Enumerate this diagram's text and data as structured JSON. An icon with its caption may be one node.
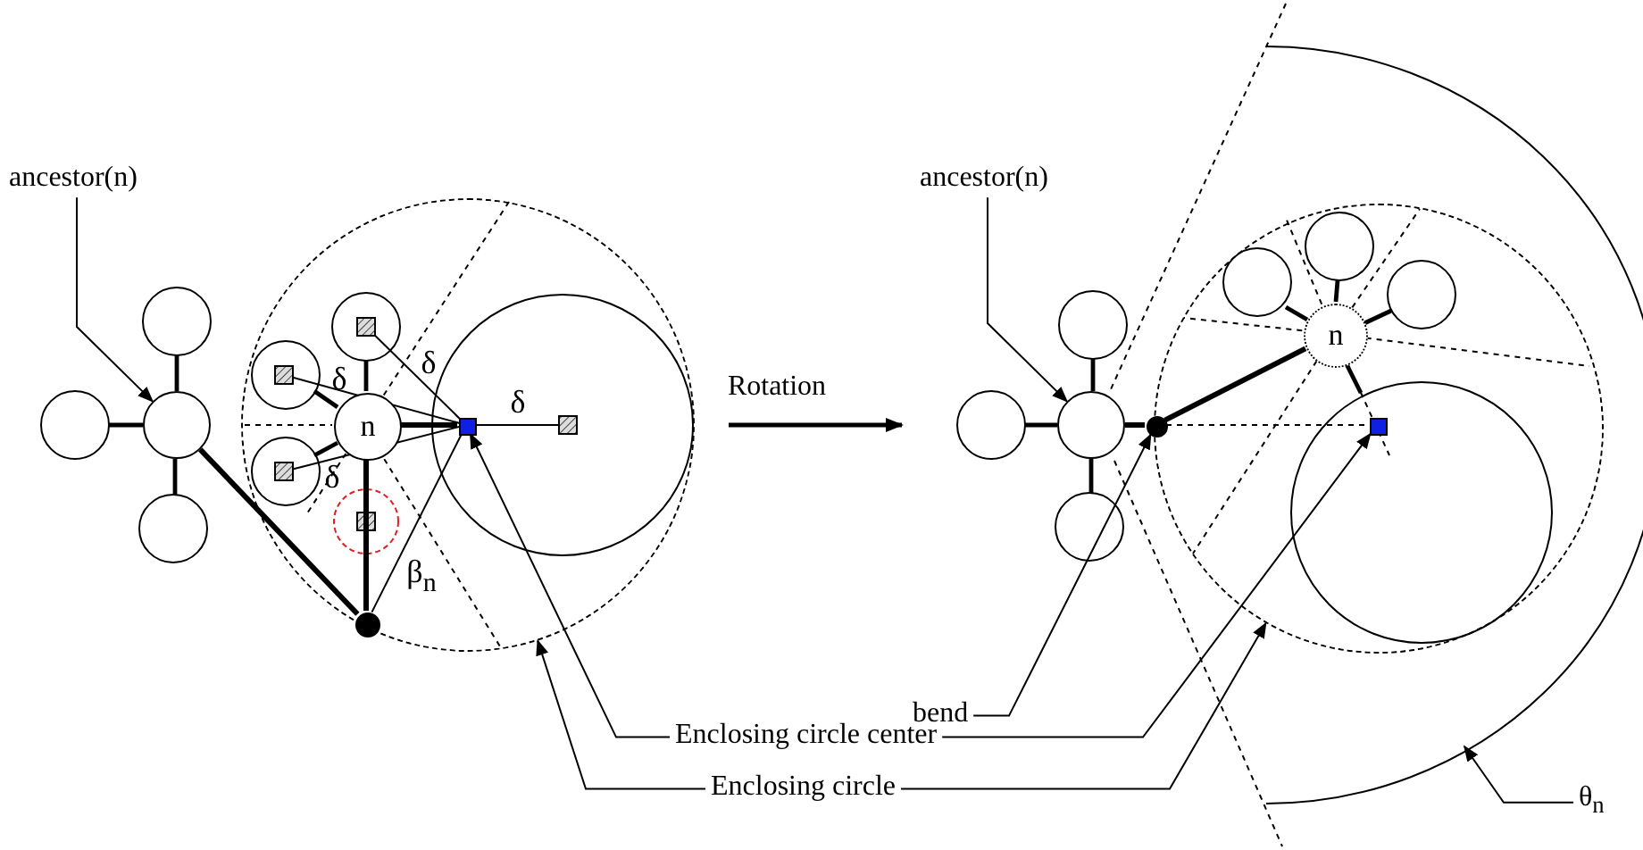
{
  "diagram": {
    "nodes": [
      {
        "text": [
          "ancestor(n)"
        ]
      },
      {
        "text": [],
        "shape": "circle"
      },
      {
        "text": [
          "n"
        ],
        "in": 5
      },
      {
        "text": [],
        "shape": "box",
        "in": 5
      },
      {
        "text": [],
        "shape": "circle",
        "in": 5
      },
      {
        "text": [],
        "shape": "circle"
      },
      {
        "text": [
          "ancestor(n)"
        ]
      },
      {
        "text": [],
        "shape": "circle"
      },
      {
        "text": [
          "n"
        ],
        "in": 11
      },
      {
        "text": [],
        "shape": "circle",
        "in": 11
      },
      {
        "text": [],
        "shape": "box",
        "in": 11
      },
      {
        "text": [],
        "shape": "circle"
      },
      {
        "text": [
          "bend"
        ]
      },
      {
        "text": [
          "Enclosing circle center"
        ]
      },
      {
        "text": [
          "Enclosing circle"
        ]
      },
      {
        "text": [
          "θ$_{n}$"
        ]
      }
    ],
    "edges": [
      {
        "from": 0,
        "to": 1,
        "arrow": "to"
      },
      {
        "from": 1,
        "to": 4,
        "arrow": "none",
        "style": "thick"
      },
      {
        "from": 4,
        "to": 2,
        "arrow": "none",
        "style": "thick"
      },
      {
        "from": 4,
        "to": 3,
        "arrow": "none"
      },
      {
        "from": 2,
        "to": 3,
        "arrow": "none",
        "style": "thick"
      },
      {
        "from": 6,
        "to": 7,
        "arrow": "to"
      },
      {
        "from": 7,
        "to": 9,
        "arrow": "none",
        "style": "thick"
      },
      {
        "from": 9,
        "to": 8,
        "arrow": "none",
        "style": "thick"
      },
      {
        "from": 9,
        "to": 10,
        "arrow": "none",
        "style": "dashed"
      },
      {
        "from": 12,
        "to": 9,
        "arrow": "to"
      },
      {
        "from": 13,
        "to": 3,
        "arrow": "to"
      },
      {
        "from": 13,
        "to": 10,
        "arrow": "to"
      },
      {
        "from": 14,
        "to": 5,
        "arrow": "to"
      },
      {
        "from": 14,
        "to": 11,
        "arrow": "to"
      },
      {
        "from": 15,
        "to": null,
        "arrow": "to"
      }
    ],
    "labels": [
      "δ",
      "δ",
      "δ",
      "δ",
      "β$_{n}$",
      "Rotation"
    ]
  }
}
